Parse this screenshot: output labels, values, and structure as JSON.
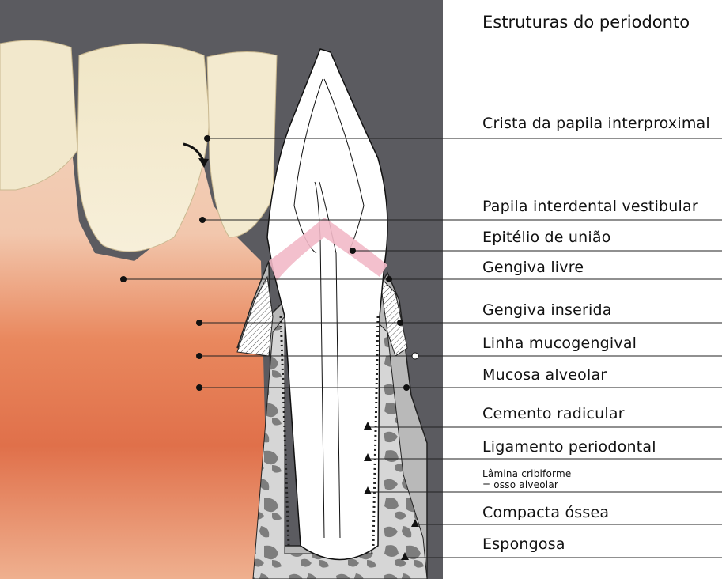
{
  "title": "Estruturas do periodonto",
  "labels": [
    "Crista da papila interproximal",
    "Papila interdental  vestibular",
    "Epitélio de união",
    "Gengiva livre",
    "Gengiva inserida",
    "Linha mucogengival",
    "Mucosa alveolar",
    "Cemento radicular",
    "Ligamento periodontal",
    "Lâmina cribiforme",
    "= osso alveolar",
    "Compacta óssea",
    "Espongosa"
  ],
  "colors": {
    "background_dark": "#5b5b60",
    "gingiva": "#e9a98f",
    "tooth": "#f4ecd2",
    "bone_gray": "#b9b9b9",
    "sponge_dark": "#7d7d7d",
    "junctional_epithelium": "#f2b9c8"
  }
}
